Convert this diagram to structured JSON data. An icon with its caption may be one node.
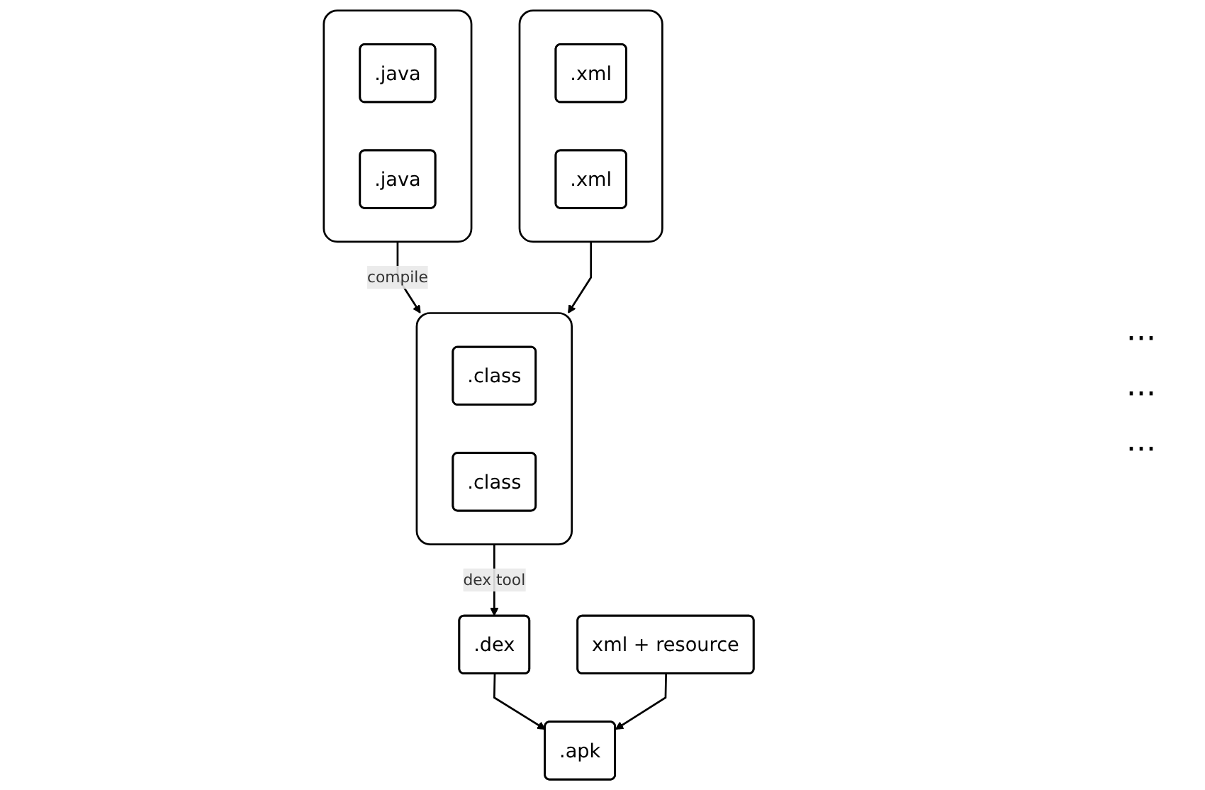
{
  "diagram": {
    "nodes": [
      {
        "text": [],
        "shape": "box"
      },
      {
        "text": [
          ".java"
        ],
        "in": 0
      },
      {
        "text": [
          ".java"
        ],
        "in": 0
      },
      {
        "text": [],
        "shape": "box"
      },
      {
        "text": [
          ".xml"
        ],
        "in": 3
      },
      {
        "text": [
          ".xml"
        ],
        "in": 3
      },
      {
        "text": [],
        "shape": "box"
      },
      {
        "text": [
          ".class"
        ],
        "in": 6
      },
      {
        "text": [
          ".class"
        ],
        "in": 6
      },
      {
        "text": [
          ".dex"
        ]
      },
      {
        "text": [
          "xml + resource"
        ]
      },
      {
        "text": [
          ".apk"
        ]
      }
    ],
    "edges": [
      {
        "from": 0,
        "to": 6,
        "arrow": "to",
        "label": "compile"
      },
      {
        "from": 3,
        "to": 6,
        "arrow": "to"
      },
      {
        "from": 6,
        "to": 9,
        "arrow": "to",
        "label": "dex tool"
      },
      {
        "from": 9,
        "to": 11,
        "arrow": "to"
      },
      {
        "from": 10,
        "to": 11,
        "arrow": "to"
      }
    ],
    "labels": [
      "···",
      "···",
      "···"
    ]
  }
}
